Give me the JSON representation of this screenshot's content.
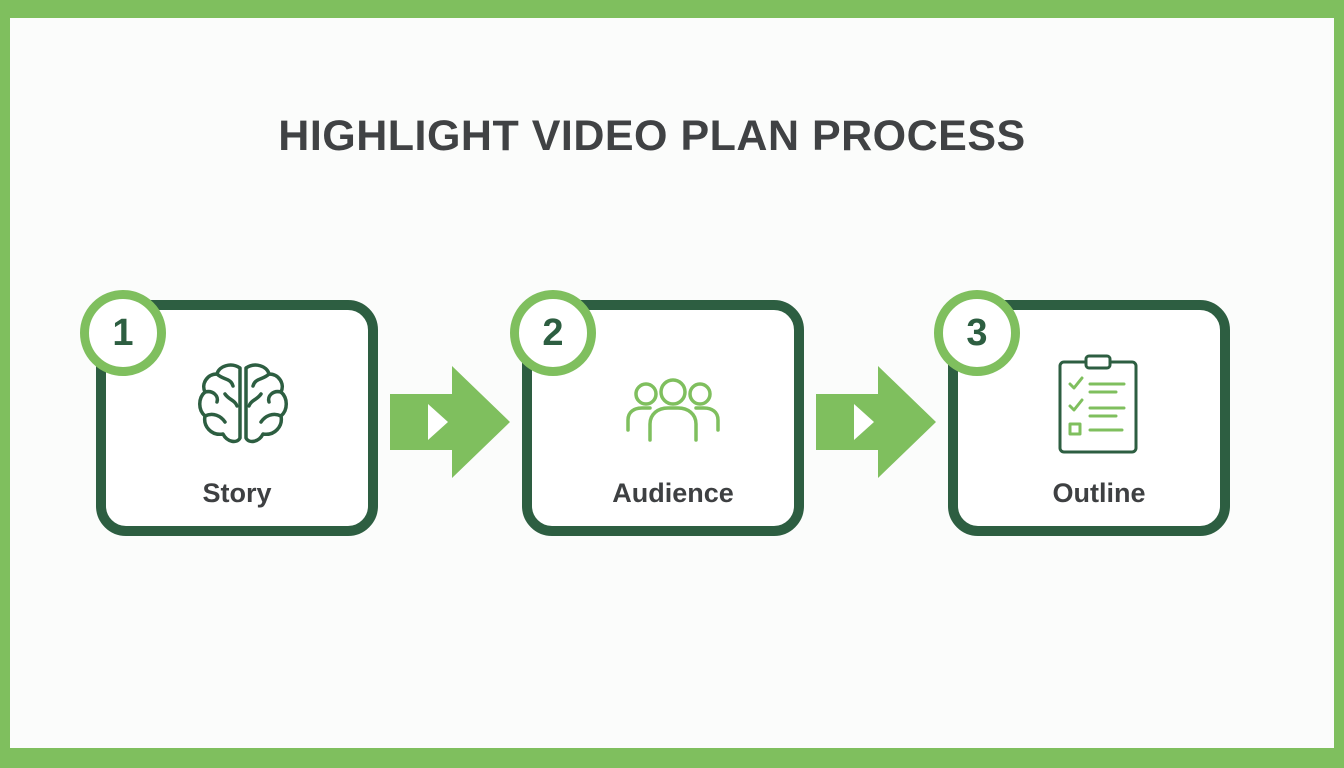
{
  "title": "HIGHLIGHT VIDEO PLAN PROCESS",
  "colors": {
    "frame": "#7fbf5e",
    "box_border": "#2d5e41",
    "accent_green": "#7fbf5e",
    "text": "#404244"
  },
  "steps": [
    {
      "number": "1",
      "label": "Story",
      "icon": "brain-icon"
    },
    {
      "number": "2",
      "label": "Audience",
      "icon": "people-group-icon"
    },
    {
      "number": "3",
      "label": "Outline",
      "icon": "clipboard-checklist-icon"
    }
  ]
}
